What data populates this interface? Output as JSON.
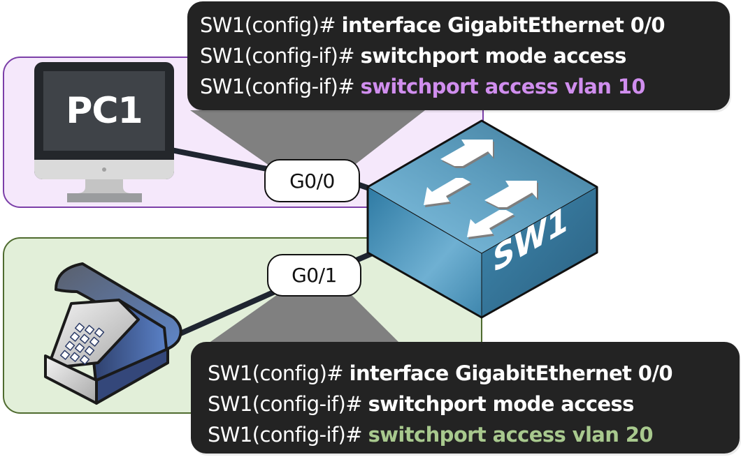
{
  "diagram": {
    "title": "Access VLAN configuration on SW1",
    "colors": {
      "vlan10_accent": "#D08EEE",
      "vlan20_accent": "#A8C98E",
      "vlan10_zone_fill": "#F5E8FB",
      "vlan10_zone_border": "#7B3FA8",
      "vlan20_zone_fill": "#E2EFD9",
      "vlan20_zone_border": "#4F6B2F",
      "callout_bg": "#232323",
      "switch_blue": "#4A8CAE",
      "cable": "#1F2530",
      "beam_gray": "#808080"
    },
    "devices": {
      "pc": {
        "label": "PC1",
        "icon": "desktop-monitor-icon"
      },
      "phone": {
        "label": "",
        "icon": "desk-phone-icon"
      },
      "switch": {
        "label": "SW1",
        "icon": "switch-icon"
      }
    },
    "ports": {
      "pc_port": "G0/0",
      "phone_port": "G0/1"
    },
    "callouts": {
      "top": {
        "lines": [
          {
            "prompt": "SW1(config)# ",
            "command": "interface GigabitEthernet 0/0"
          },
          {
            "prompt": "SW1(config-if)# ",
            "command": "switchport mode access"
          },
          {
            "prompt": "SW1(config-if)# ",
            "command": "switchport access vlan 10"
          }
        ]
      },
      "bottom": {
        "lines": [
          {
            "prompt": "SW1(config)# ",
            "command": "interface GigabitEthernet 0/0"
          },
          {
            "prompt": "SW1(config-if)# ",
            "command": "switchport mode access"
          },
          {
            "prompt": "SW1(config-if)# ",
            "command": "switchport access vlan 20"
          }
        ]
      }
    }
  }
}
